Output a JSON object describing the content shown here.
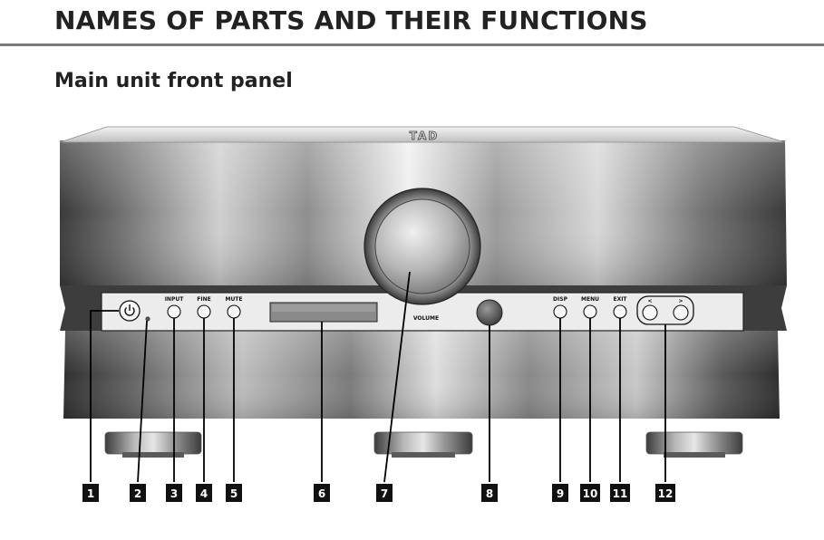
{
  "page": {
    "title": "NAMES OF PARTS AND THEIR FUNCTIONS",
    "subtitle": "Main unit front panel"
  },
  "device": {
    "brand": "TAD",
    "labels": {
      "input": "INPUT",
      "fine": "FINE",
      "mute": "MUTE",
      "volume": "VOLUME",
      "disp": "DISP",
      "menu": "MENU",
      "exit": "EXIT",
      "left_arrow": "<",
      "right_arrow": ">"
    },
    "icons": {
      "power": "power-icon"
    }
  },
  "callouts": [
    "1",
    "2",
    "3",
    "4",
    "5",
    "6",
    "7",
    "8",
    "9",
    "10",
    "11",
    "12"
  ]
}
